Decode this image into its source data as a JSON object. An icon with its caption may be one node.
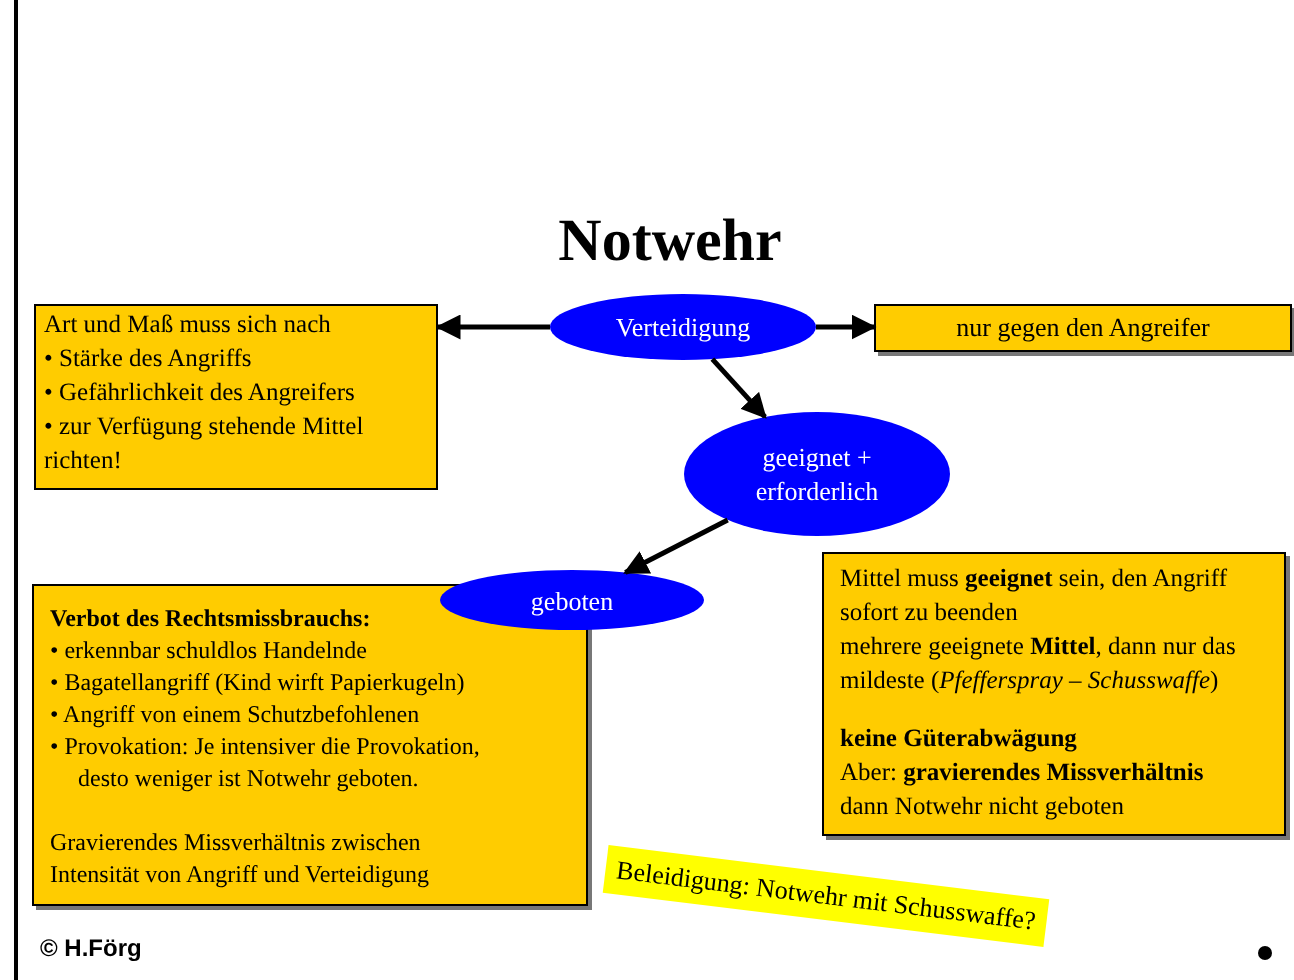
{
  "diagram": {
    "title": "Notwehr",
    "nodes": [
      {
        "text": [
          "Art und Maß muss sich nach",
          "• Stärke des Angriffs",
          "• Gefährlichkeit des Angreifers",
          "• zur Verfügung stehende Mittel",
          "richten!"
        ]
      },
      {
        "text": [
          "Verteidigung"
        ]
      },
      {
        "text": [
          "nur gegen den Angreifer"
        ]
      },
      {
        "text": [
          "geeignet + erforderlich"
        ]
      },
      {
        "text": [
          "geboten"
        ]
      },
      {
        "text": [
          "Verbot des Rechtsmissbrauchs:",
          "• erkennbar schuldlos Handelnde",
          "• Bagatellangriff (Kind wirft Papierkugeln)",
          "• Angriff von einem Schutzbefohlenen",
          "• Provokation: Je intensiver die Provokation, desto weniger ist Notwehr geboten.",
          "Gravierendes Missverhältnis zwischen Intensität von Angriff und Verteidigung"
        ]
      },
      {
        "text": [
          "Mittel muss **geeignet** sein, den Angriff sofort zu beenden",
          "mehrere geeignete **Mittel**, dann nur das mildeste (*Pfefferspray – Schusswaffe*)",
          "keine Güterabwägung",
          "Aber: **gravierendes Missverhältnis**",
          "dann Notwehr nicht geboten"
        ]
      },
      {
        "text": [
          "Beleidigung: Notwehr mit Schusswaffe?"
        ]
      }
    ],
    "edges": [
      {
        "from": 1,
        "to": 0,
        "arrow": "to"
      },
      {
        "from": 1,
        "to": 2,
        "arrow": "to"
      },
      {
        "from": 1,
        "to": 3,
        "arrow": "to"
      },
      {
        "from": 3,
        "to": 4,
        "arrow": "to"
      }
    ],
    "labels": [
      "© H.Förg"
    ]
  }
}
